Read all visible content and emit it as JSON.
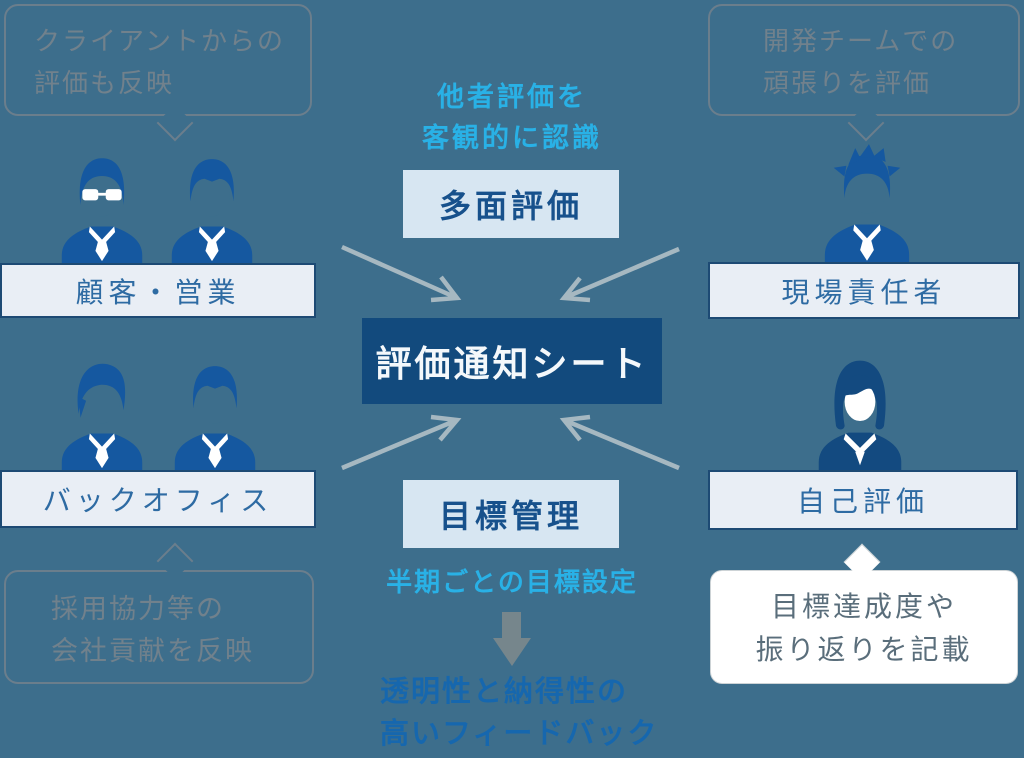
{
  "colors": {
    "background": "#3d6e8c",
    "person_icon_blue": "#1558a0",
    "center_navy_box": "#124a7d",
    "center_light_box": "#d7e6f2",
    "side_label_box": "#e9eef5",
    "cyan_text": "#29b1e6",
    "outcome_blue_text": "#1667ae",
    "serif_label_blue": "#2e6ba3",
    "bubble_gray": "#71818c",
    "arrow_gray": "#a6b8c1"
  },
  "speech_bubbles": {
    "client": {
      "line1": "クライアントからの",
      "line2": "評価も反映"
    },
    "dev_team": {
      "line1": "開発チームでの",
      "line2": "頑張りを評価"
    },
    "recruit": {
      "line1": "採用協力等の",
      "line2": "会社貢献を反映"
    },
    "self_note": {
      "line1": "目標達成度や",
      "line2": "振り返りを記載"
    }
  },
  "labels": {
    "customer_sales": "顧客・営業",
    "site_manager": "現場責任者",
    "back_office": "バックオフィス",
    "self_eval": "自己評価",
    "multi_eval": "多面評価",
    "eval_sheet": "評価通知シート",
    "goal_mgmt": "目標管理"
  },
  "notes": {
    "peer_line1": "他者評価を",
    "peer_line2": "客観的に認識",
    "goal_setting": "半期ごとの目標設定",
    "outcome_line1": "透明性と納得性の",
    "outcome_line2": "高いフィードバック"
  },
  "icons": {
    "customer_sales_group": [
      "businessman-glasses-icon",
      "businessman-icon"
    ],
    "back_office_group": [
      "businessman-swept-hair-icon",
      "businessman-icon"
    ],
    "site_manager": "businessman-young-icon",
    "self_eval": "businesswoman-icon",
    "flow": [
      "arrow-to-center-top-left",
      "arrow-to-center-top-right",
      "arrow-to-center-bottom-left",
      "arrow-to-center-bottom-right",
      "down-block-arrow-icon"
    ]
  }
}
